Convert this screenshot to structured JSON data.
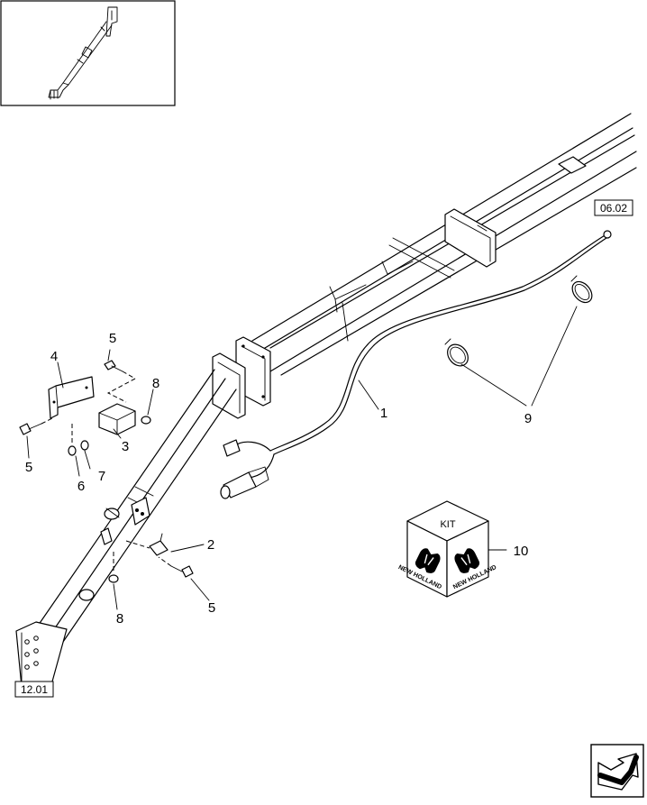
{
  "callouts": {
    "c1": "1",
    "c2": "2",
    "c3": "3",
    "c4": "4",
    "c5a": "5",
    "c5b": "5",
    "c5c": "5",
    "c6": "6",
    "c7": "7",
    "c8a": "8",
    "c8b": "8",
    "c9": "9",
    "c10": "10"
  },
  "references": {
    "top_right": "06.02",
    "bottom_left": "12.01"
  },
  "kit_box": {
    "label": "KIT",
    "logo_left": "NEW HOLLAND",
    "logo_right": "NEW HOLLAND"
  },
  "icons": {
    "thumbnail": "overview-thumbnail-icon",
    "next": "next-page-arrow-icon"
  }
}
